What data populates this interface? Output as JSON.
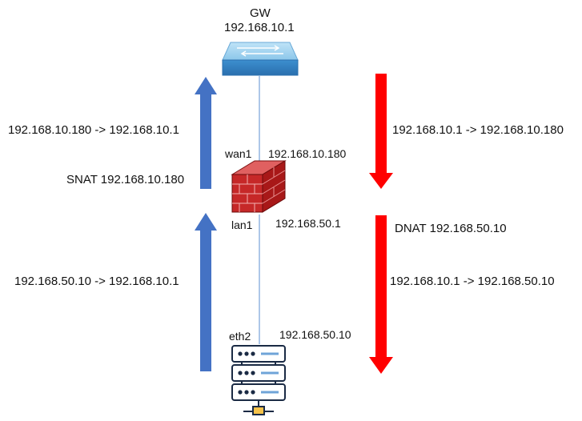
{
  "gateway": {
    "name": "GW",
    "ip": "192.168.10.1"
  },
  "firewall": {
    "wan_iface": "wan1",
    "wan_ip": "192.168.10.180",
    "lan_iface": "lan1",
    "lan_ip": "192.168.50.1"
  },
  "server": {
    "iface": "eth2",
    "ip": "192.168.50.10"
  },
  "outbound": {
    "upper": "192.168.10.180 -> 192.168.10.1",
    "snat": "SNAT 192.168.10.180",
    "lower": "192.168.50.10 -> 192.168.10.1",
    "color": "#4472c4"
  },
  "inbound": {
    "upper": "192.168.10.1 -> 192.168.10.180",
    "dnat": "DNAT 192.168.50.10",
    "lower": "192.168.10.1 -> 192.168.50.10",
    "color": "#ff0000"
  }
}
